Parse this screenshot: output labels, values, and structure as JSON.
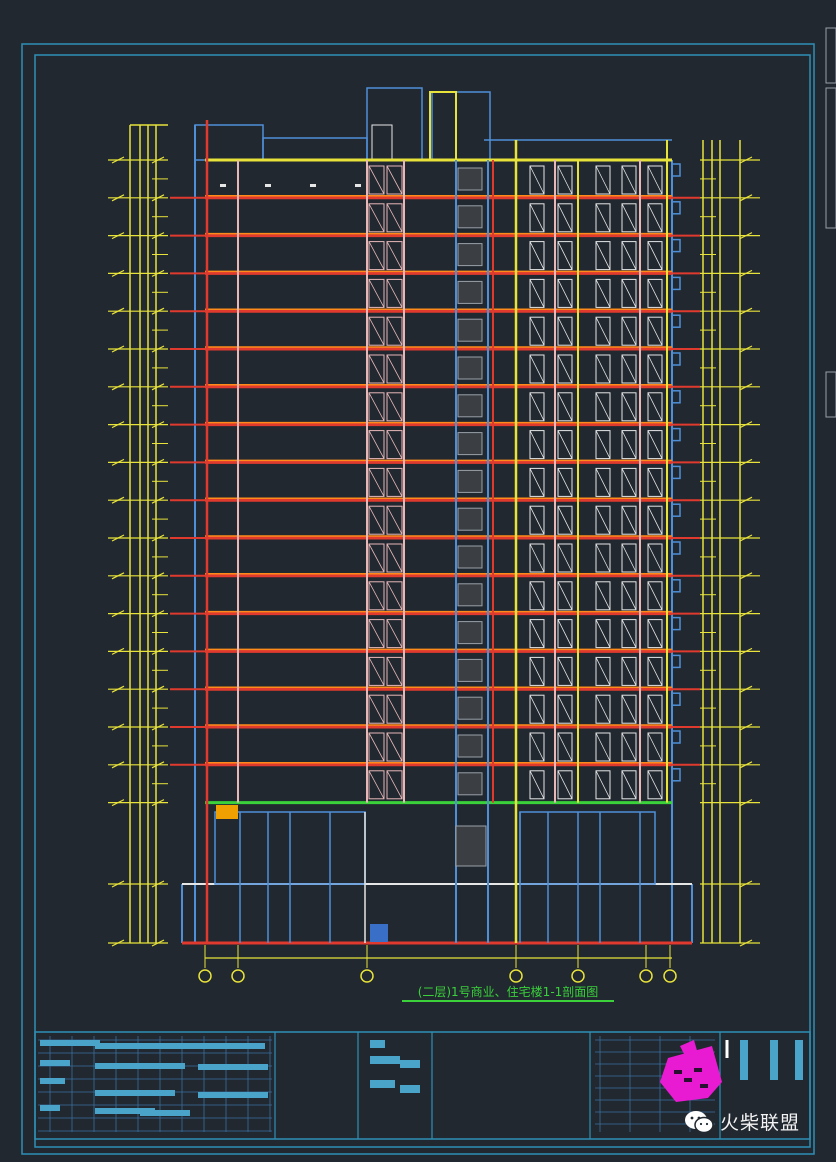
{
  "drawing": {
    "caption": "(二层)1号商业、住宅楼1-1剖面图",
    "floors_upper": 17,
    "colors": {
      "background": "#212830",
      "frame": "#2f8fb5",
      "wall": "#4f8fd8",
      "slab": "#e03a2e",
      "beam": "#ff8c1a",
      "dim": "#e8e33a",
      "wall_light": "#e8b8b8",
      "stair": "#9aa0a8",
      "green": "#3ad13a",
      "magenta": "#e81ad2",
      "white": "#e6e6e6"
    },
    "axis_labels": [
      "",
      "",
      "",
      "",
      "",
      "",
      ""
    ]
  },
  "watermark": {
    "text": "火柴联盟",
    "icon": "wechat-icon"
  }
}
